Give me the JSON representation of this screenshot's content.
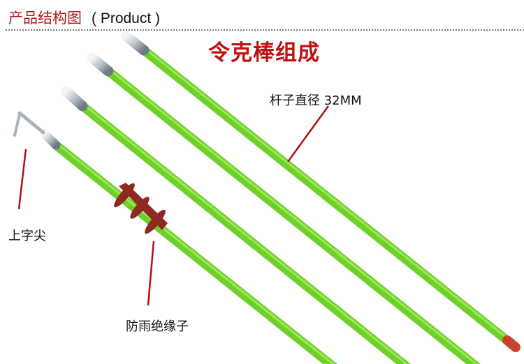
{
  "header": {
    "title_cn": "产品结构图",
    "title_en": "( Product )"
  },
  "main_title": "令克棒组成",
  "labels": {
    "pole_diameter": "杆子直径 32MM",
    "tip": "上字尖",
    "insulator": "防雨绝缘子"
  },
  "colors": {
    "accent": "#c01010",
    "pole": "#6fd02a",
    "insulator": "#8e2a22",
    "leader": "#b01010"
  }
}
